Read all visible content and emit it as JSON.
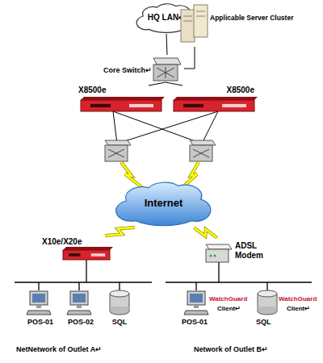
{
  "diagram": {
    "nodes": [
      {
        "text": [
          "HQ LAN↵"
        ]
      },
      {
        "text": [
          "Applicable Server Cluster"
        ]
      },
      {
        "text": [
          "Core Switch↵"
        ]
      },
      {
        "text": [
          "X8500e"
        ]
      },
      {
        "text": [
          "X8500e"
        ]
      },
      {
        "text": [
          "Internet"
        ]
      },
      {
        "text": [
          "X10e/X20e"
        ]
      },
      {
        "text": [
          "ADSL Modem"
        ]
      },
      {
        "text": [
          "POS-01"
        ]
      },
      {
        "text": [
          "POS-02"
        ]
      },
      {
        "text": [
          "SQL"
        ]
      },
      {
        "text": [
          "POS-01",
          "WatchGuard",
          "Client↵"
        ]
      },
      {
        "text": [
          "SQL",
          "WatchGuard",
          "Client↵"
        ]
      }
    ],
    "edges": [
      {
        "from": 0,
        "to": 2,
        "arrow": "none"
      },
      {
        "from": 1,
        "to": 2,
        "arrow": "none"
      },
      {
        "from": 2,
        "to": 3,
        "arrow": "none"
      },
      {
        "from": 2,
        "to": 4,
        "arrow": "none"
      },
      {
        "from": 6,
        "to": 5,
        "arrow": "none"
      },
      {
        "from": 7,
        "to": 5,
        "arrow": "none"
      }
    ],
    "labels": [
      "NetNetwork of Outlet A↵",
      "Network of Outlet B↵"
    ]
  }
}
